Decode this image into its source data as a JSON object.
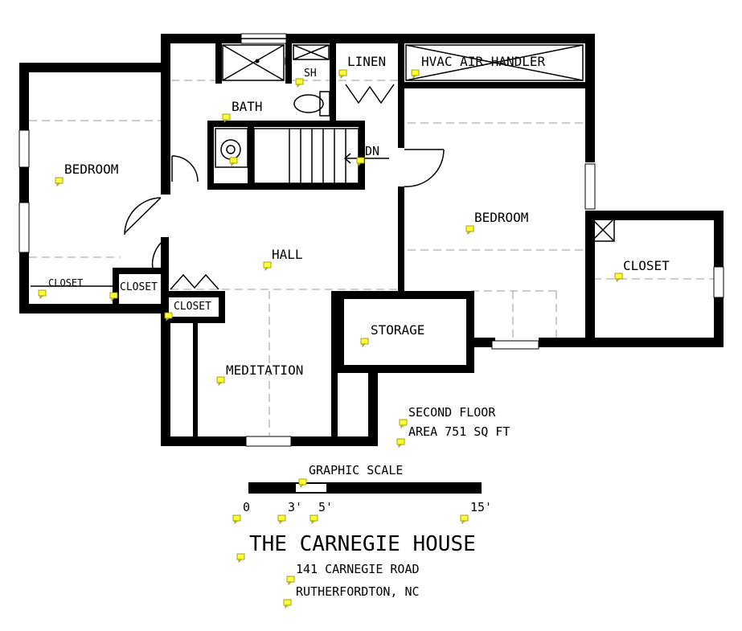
{
  "rooms": {
    "bedroom_left": "BEDROOM",
    "bath": "BATH",
    "shower": "SH",
    "linen": "LINEN",
    "hvac": "HVAC AIR HANDLER",
    "stairs_down": "DN",
    "bedroom_right": "BEDROOM",
    "closet_right": "CLOSET",
    "hall": "HALL",
    "closet_left_a": "CLOSET",
    "closet_left_b": "CLOSET",
    "closet_hall": "CLOSET",
    "storage": "STORAGE",
    "meditation": "MEDITATION"
  },
  "floor_info": {
    "level": "SECOND FLOOR",
    "area": "AREA 751 SQ FT"
  },
  "scale": {
    "title": "GRAPHIC SCALE",
    "ticks": [
      "0",
      "3'",
      "5'",
      "15'"
    ]
  },
  "title_block": {
    "name": "THE CARNEGIE HOUSE",
    "street": "141 CARNEGIE ROAD",
    "city": "RUTHERFORDTON, NC"
  },
  "colors": {
    "wall": "#000000",
    "note_marker": "#ffff33",
    "dashed_line": "#9a9a9a"
  }
}
